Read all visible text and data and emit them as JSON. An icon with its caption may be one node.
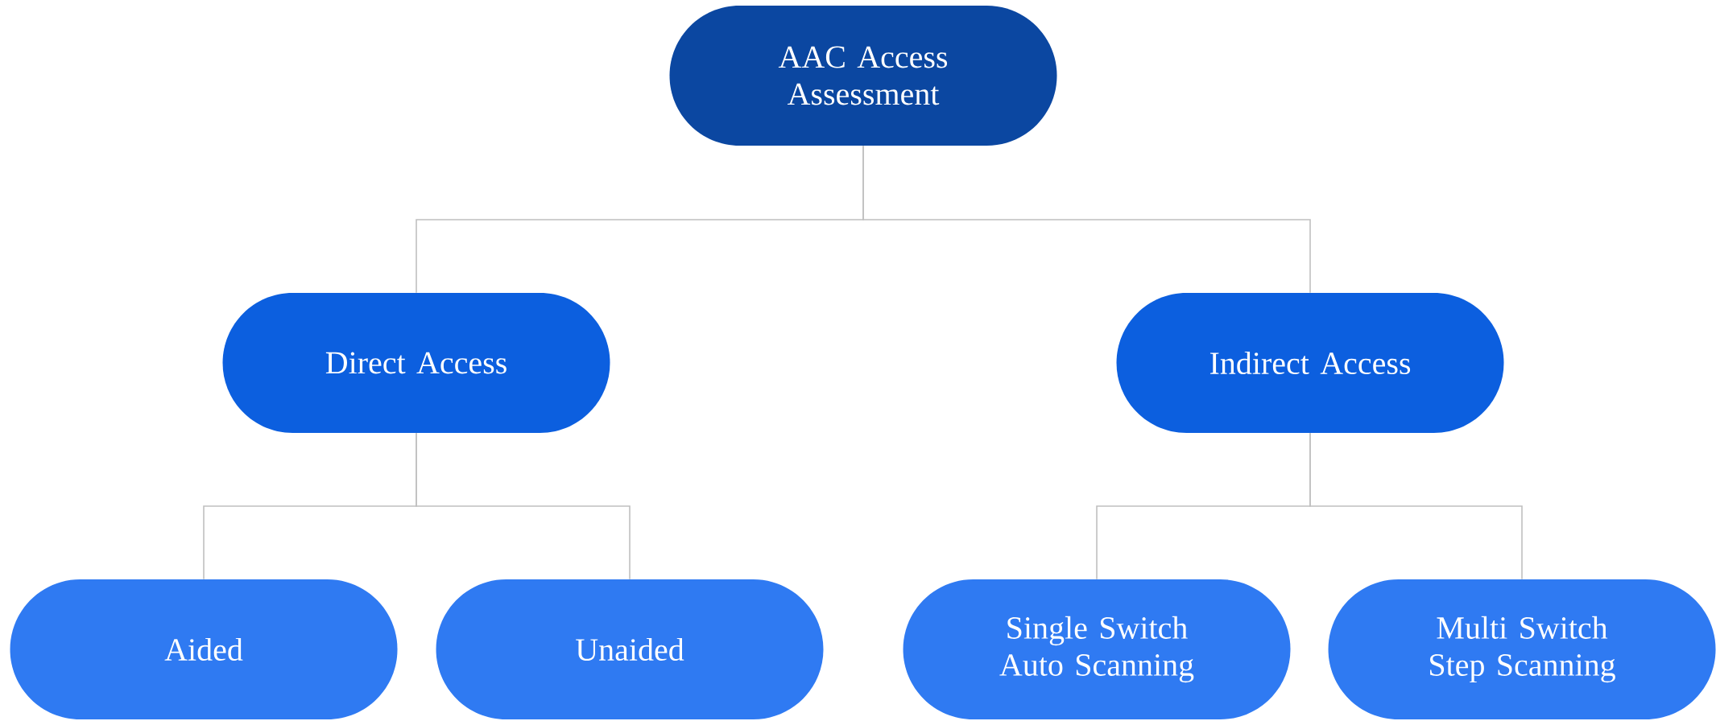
{
  "diagram": {
    "nodes": [
      {
        "text": [
          "AAC Access Assessment"
        ]
      },
      {
        "text": [
          "Direct Access"
        ]
      },
      {
        "text": [
          "Indirect Access"
        ]
      },
      {
        "text": [
          "Aided"
        ]
      },
      {
        "text": [
          "Unaided"
        ]
      },
      {
        "text": [
          "Single Switch Auto Scanning"
        ]
      },
      {
        "text": [
          "Multi Switch Step Scanning"
        ]
      }
    ],
    "edges": [
      {
        "from": 0,
        "to": 1,
        "arrow": "none"
      },
      {
        "from": 0,
        "to": 2,
        "arrow": "none"
      },
      {
        "from": 1,
        "to": 3,
        "arrow": "none"
      },
      {
        "from": 1,
        "to": 4,
        "arrow": "none"
      },
      {
        "from": 2,
        "to": 5,
        "arrow": "none"
      },
      {
        "from": 2,
        "to": 6,
        "arrow": "none"
      }
    ]
  }
}
